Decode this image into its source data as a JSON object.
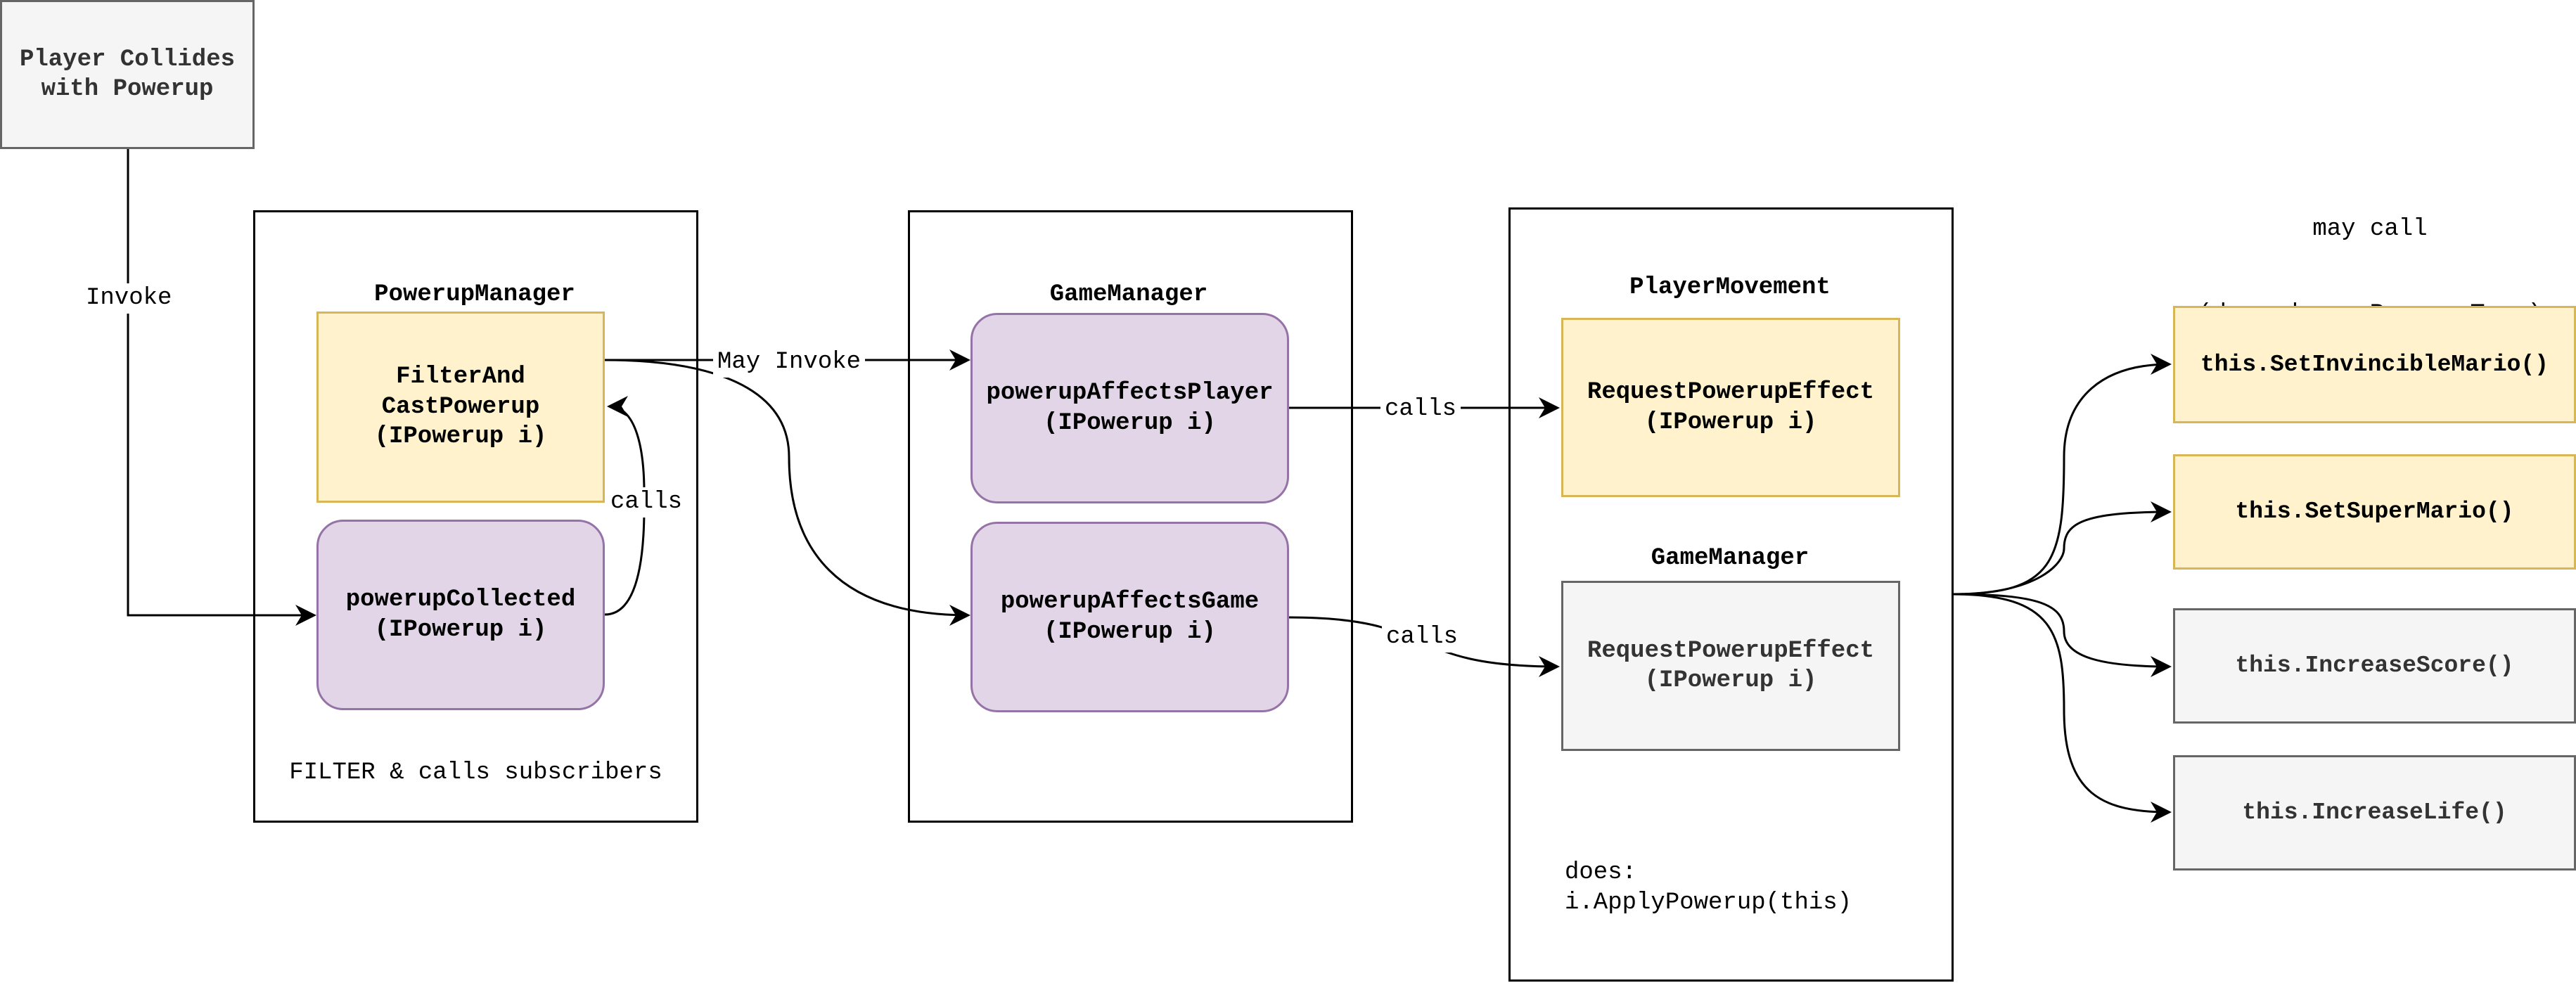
{
  "start": {
    "label": "Player Collides\nwith Powerup"
  },
  "edge_labels": {
    "invoke": "Invoke",
    "calls_loop": "calls",
    "may_invoke": "May Invoke",
    "calls_player": "calls",
    "calls_game": "calls"
  },
  "powerup_manager": {
    "title": "PowerupManager",
    "filter_node": "FilterAnd\nCastPowerup\n(IPowerup i)",
    "collected_node": "powerupCollected\n(IPowerup i)",
    "footer": "FILTER & calls subscribers"
  },
  "game_manager": {
    "title": "GameManager",
    "affects_player": "powerupAffectsPlayer\n(IPowerup i)",
    "affects_game": "powerupAffectsGame\n(IPowerup i)"
  },
  "effects": {
    "player_movement_title": "PlayerMovement",
    "player_request": "RequestPowerupEffect\n(IPowerup i)",
    "game_manager_title": "GameManager",
    "game_request": "RequestPowerupEffect\n(IPowerup i)",
    "does_label": "does:\ni.ApplyPowerup(this)"
  },
  "may_call": {
    "line1": "may call",
    "line2_prefix": "(depends on ",
    "line2_bold": "PowerupType",
    "line2_suffix": ")"
  },
  "methods": [
    "this.SetInvincibleMario()",
    "this.SetSuperMario()",
    "this.IncreaseScore()",
    "this.IncreaseLife()"
  ],
  "colors": {
    "yellow_fill": "#fff2cc",
    "yellow_stroke": "#d6b656",
    "purple_fill": "#e1d5e7",
    "purple_stroke": "#9673a6",
    "grey_fill": "#f5f5f5",
    "grey_stroke": "#666666"
  }
}
